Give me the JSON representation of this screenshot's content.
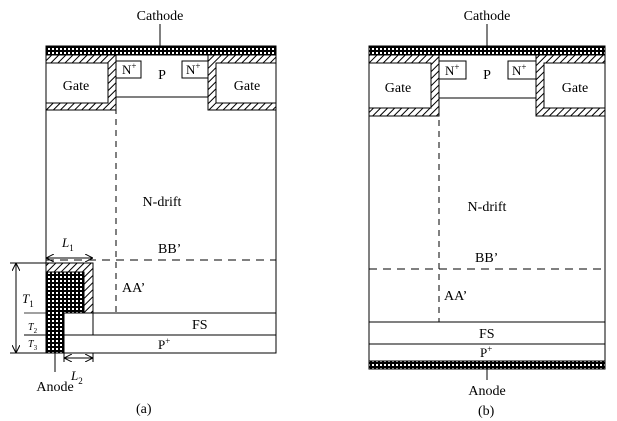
{
  "left": {
    "cathode": "Cathode",
    "gate": "Gate",
    "nplus": "N",
    "nplus_sup": "+",
    "p": "P",
    "ndrift": "N-drift",
    "bb": "BB’",
    "aa": "AA’",
    "fs": "FS",
    "pplus": "P",
    "pplus_sup": "+",
    "anode": "Anode",
    "l1": "L",
    "l1_sub": "1",
    "l2": "L",
    "l2_sub": "2",
    "t1": "T",
    "t1_sub": "1",
    "t2": "T",
    "t2_sub": "2",
    "t3": "T",
    "t3_sub": "3",
    "caption": "(a)"
  },
  "right": {
    "cathode": "Cathode",
    "gate": "Gate",
    "nplus": "N",
    "nplus_sup": "+",
    "p": "P",
    "ndrift": "N-drift",
    "bb": "BB’",
    "aa": "AA’",
    "fs": "FS",
    "pplus": "P",
    "pplus_sup": "+",
    "anode": "Anode",
    "caption": "(b)"
  }
}
